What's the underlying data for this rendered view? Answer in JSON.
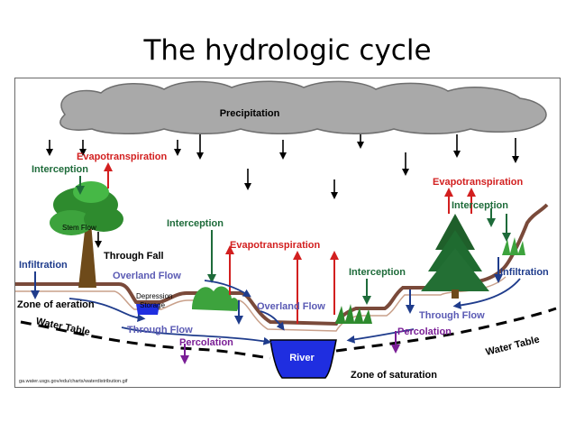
{
  "title": "The hydrologic cycle",
  "diagram": {
    "cloud_label": "Precipitation",
    "labels": {
      "evapotranspiration_left": "Evapotranspiration",
      "interception_left": "Interception",
      "stem_flow": "Stem Flow",
      "through_fall": "Through Fall",
      "infiltration_left": "Infiltration",
      "overland_flow_left": "Overland Flow",
      "depression_storage": "Depression\nStorage",
      "zone_of_aeration": "Zone of aeration",
      "water_table_left": "Water Table",
      "interception_middle": "Interception",
      "through_flow_left": "Through Flow",
      "percolation_left": "Percolation",
      "evapotranspiration_middle": "Evapotranspiration",
      "overland_flow_middle": "Overland Flow",
      "river": "River",
      "zone_of_saturation": "Zone of saturation",
      "interception_right_middle": "Interception",
      "through_flow_right": "Through Flow",
      "percolation_right": "Percolation",
      "water_table_right": "Water Table",
      "evapotranspiration_right": "Evapotranspiration",
      "interception_right": "Interception",
      "infiltration_right": "Infiltration"
    },
    "source": "ga.water.usgs.gov/edu/charts/waterdistribution.gif"
  },
  "colors": {
    "cloud": "#a9a9a9",
    "evapotranspiration": "#d21f1f",
    "interception": "#1e6b3a",
    "infiltration": "#1f3c8c",
    "flow": "#5a5ab4",
    "percolation": "#7a1e96",
    "river": "#1f2ee0",
    "ground": "#7a4a3a"
  }
}
